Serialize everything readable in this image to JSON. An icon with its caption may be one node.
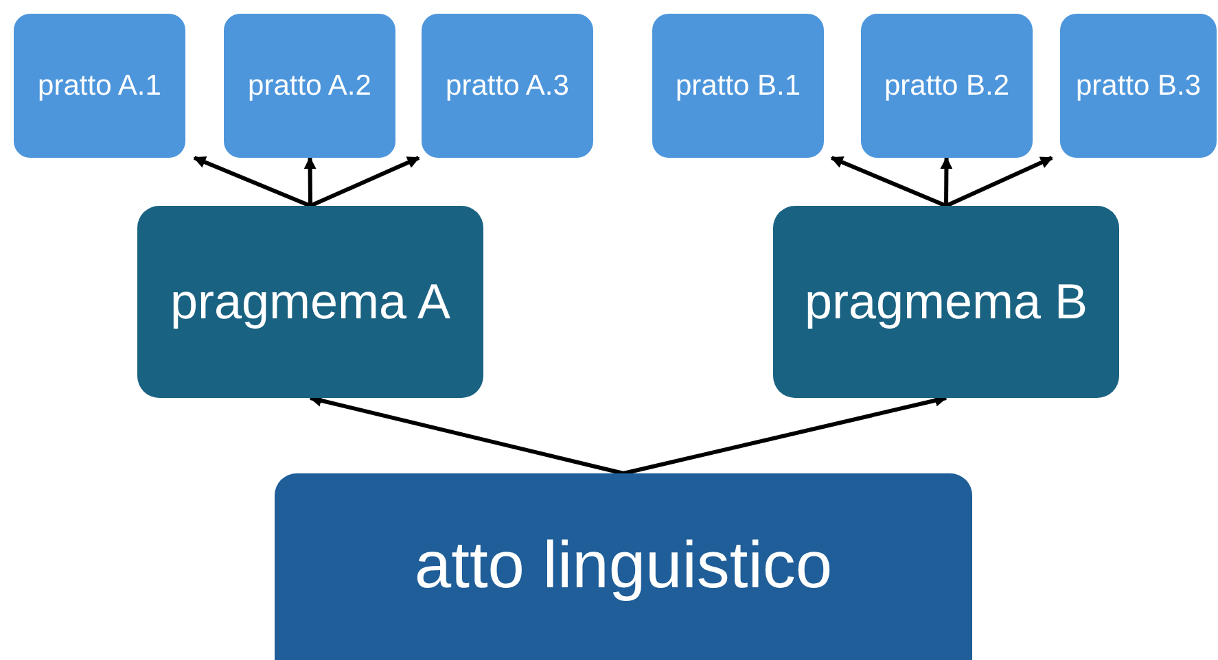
{
  "diagram": {
    "nodes": [
      {
        "text": [
          "pratto A.1"
        ]
      },
      {
        "text": [
          "pratto A.2"
        ]
      },
      {
        "text": [
          "pratto A.3"
        ]
      },
      {
        "text": [
          "pratto B.1"
        ]
      },
      {
        "text": [
          "pratto B.2"
        ]
      },
      {
        "text": [
          "pratto B.3"
        ]
      },
      {
        "text": [
          "pragmema A"
        ]
      },
      {
        "text": [
          "pragmema B"
        ]
      },
      {
        "text": [
          "atto linguistico"
        ]
      }
    ],
    "edges": [
      {
        "from": 8,
        "to": 6,
        "arrow": "to"
      },
      {
        "from": 8,
        "to": 7,
        "arrow": "to"
      },
      {
        "from": 6,
        "to": 0,
        "arrow": "to"
      },
      {
        "from": 6,
        "to": 1,
        "arrow": "to"
      },
      {
        "from": 6,
        "to": 2,
        "arrow": "to"
      },
      {
        "from": 7,
        "to": 3,
        "arrow": "to"
      },
      {
        "from": 7,
        "to": 4,
        "arrow": "to"
      },
      {
        "from": 7,
        "to": 5,
        "arrow": "to"
      }
    ]
  }
}
